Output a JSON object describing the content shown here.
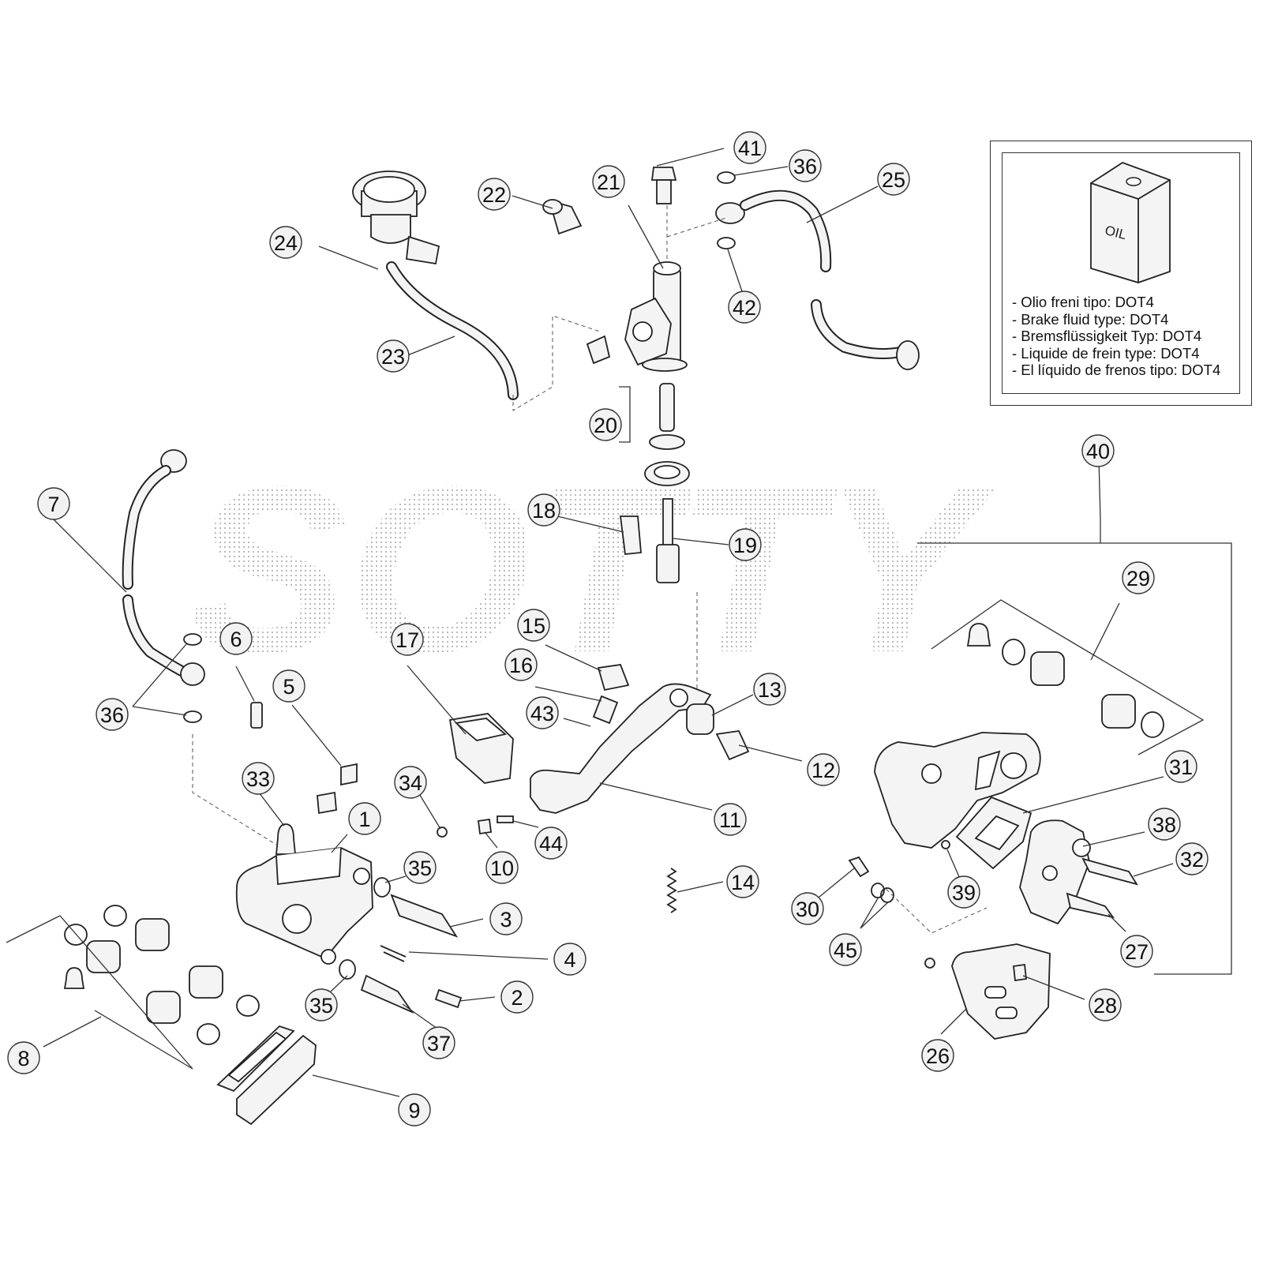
{
  "callouts": [
    {
      "id": "c1",
      "label": "1"
    },
    {
      "id": "c2",
      "label": "2"
    },
    {
      "id": "c3",
      "label": "3"
    },
    {
      "id": "c4",
      "label": "4"
    },
    {
      "id": "c5",
      "label": "5"
    },
    {
      "id": "c6",
      "label": "6"
    },
    {
      "id": "c7",
      "label": "7"
    },
    {
      "id": "c8",
      "label": "8"
    },
    {
      "id": "c9",
      "label": "9"
    },
    {
      "id": "c10",
      "label": "10"
    },
    {
      "id": "c11",
      "label": "11"
    },
    {
      "id": "c12",
      "label": "12"
    },
    {
      "id": "c13",
      "label": "13"
    },
    {
      "id": "c14",
      "label": "14"
    },
    {
      "id": "c15",
      "label": "15"
    },
    {
      "id": "c16",
      "label": "16"
    },
    {
      "id": "c17",
      "label": "17"
    },
    {
      "id": "c18",
      "label": "18"
    },
    {
      "id": "c19",
      "label": "19"
    },
    {
      "id": "c20",
      "label": "20"
    },
    {
      "id": "c21",
      "label": "21"
    },
    {
      "id": "c22",
      "label": "22"
    },
    {
      "id": "c23",
      "label": "23"
    },
    {
      "id": "c24",
      "label": "24"
    },
    {
      "id": "c25",
      "label": "25"
    },
    {
      "id": "c26",
      "label": "26"
    },
    {
      "id": "c27",
      "label": "27"
    },
    {
      "id": "c28",
      "label": "28"
    },
    {
      "id": "c29",
      "label": "29"
    },
    {
      "id": "c30",
      "label": "30"
    },
    {
      "id": "c31",
      "label": "31"
    },
    {
      "id": "c32",
      "label": "32"
    },
    {
      "id": "c33",
      "label": "33"
    },
    {
      "id": "c34",
      "label": "34"
    },
    {
      "id": "c35a",
      "label": "35"
    },
    {
      "id": "c35b",
      "label": "35"
    },
    {
      "id": "c36a",
      "label": "36"
    },
    {
      "id": "c36b",
      "label": "36"
    },
    {
      "id": "c37",
      "label": "37"
    },
    {
      "id": "c38",
      "label": "38"
    },
    {
      "id": "c39",
      "label": "39"
    },
    {
      "id": "c40",
      "label": "40"
    },
    {
      "id": "c41",
      "label": "41"
    },
    {
      "id": "c42",
      "label": "42"
    },
    {
      "id": "c43",
      "label": "43"
    },
    {
      "id": "c44",
      "label": "44"
    },
    {
      "id": "c45",
      "label": "45"
    }
  ],
  "legend": {
    "container_label": "OIL",
    "lines": [
      "- Olio freni tipo: DOT4",
      "- Brake fluid type: DOT4",
      "- Bremsflüssigkeit Typ: DOT4",
      "- Liquide de frein type: DOT4",
      "- El líquido de frenos tipo: DOT4"
    ]
  },
  "watermark": {
    "text": "SOTTY",
    "color": "#b8b8b8"
  }
}
